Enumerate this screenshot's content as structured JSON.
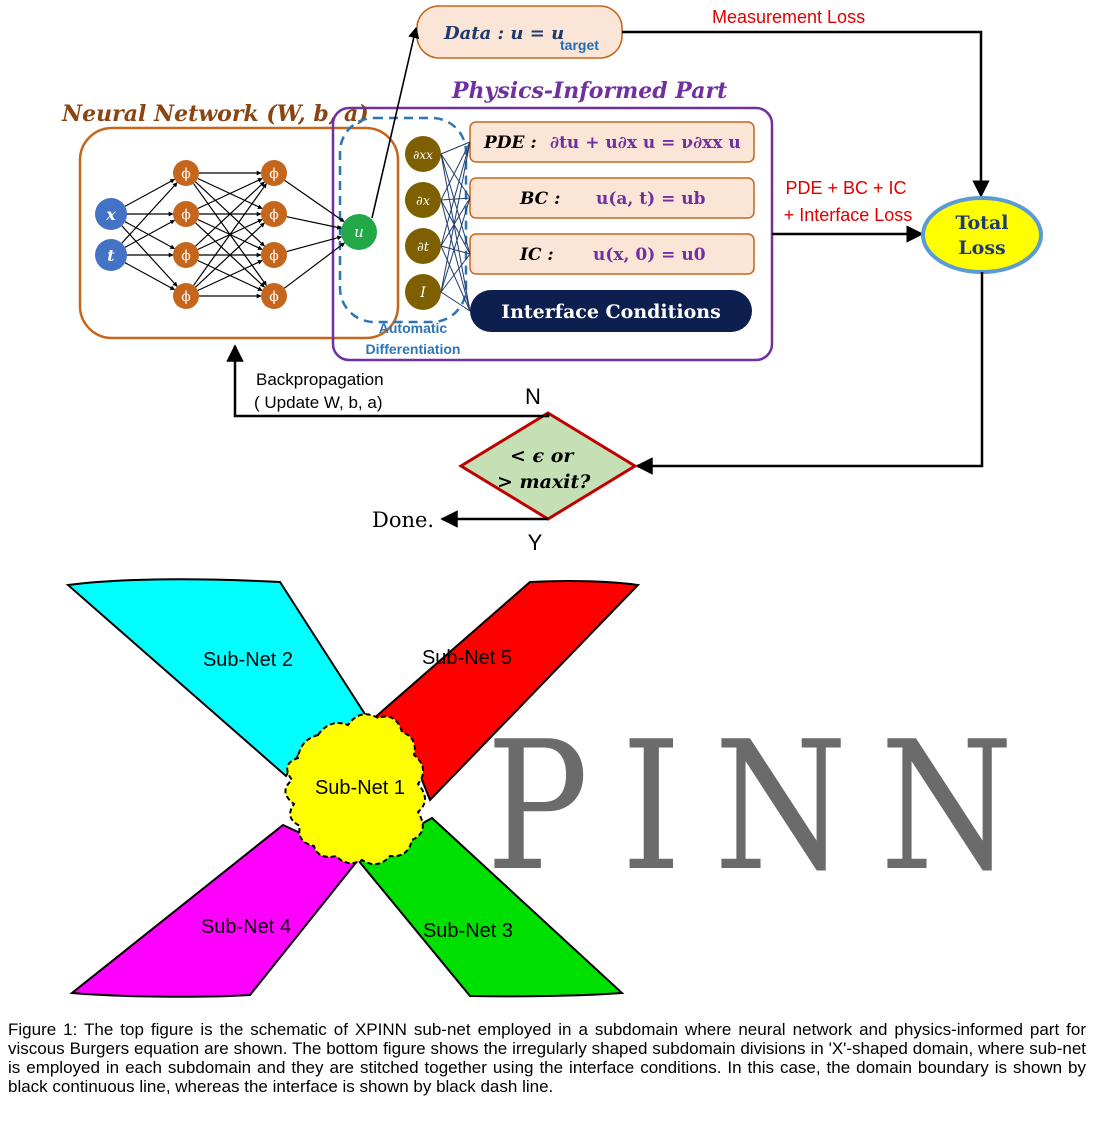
{
  "flowchart": {
    "nn_title": "Neural Network (W, b, a)",
    "pi_title": "Physics-Informed Part",
    "input_x": "x",
    "input_t": "t",
    "phi": "ϕ",
    "output_u": "u",
    "deriv_xx": "∂xx",
    "deriv_x": "∂x",
    "deriv_t": "∂t",
    "identity": "I",
    "autodiff_line1": "Automatic",
    "autodiff_line2": "Differentiation",
    "data_box": "Data : u = u",
    "data_sub": "target",
    "measurement_loss": "Measurement Loss",
    "pde_label": "PDE :",
    "pde_eq": "∂tu + u∂x u = ν∂xx u",
    "bc_label": "BC :",
    "bc_eq": "u(a, t) = ub",
    "ic_label": "IC :",
    "ic_eq": "u(x, 0) = u0",
    "interface_box": "Interface Conditions",
    "sum_line1": "PDE + BC + IC",
    "sum_line2": "+ Interface Loss",
    "total_loss_line1": "Total",
    "total_loss_line2": "Loss",
    "backprop_line1": "Backpropagation",
    "backprop_line2": "( Update W, b, a)",
    "n_label": "N",
    "y_label": "Y",
    "decision_line1": "< ϵ or",
    "decision_line2": "> maxit?",
    "done": "Done."
  },
  "xdomain": {
    "subnet1": "Sub-Net 1",
    "subnet2": "Sub-Net 2",
    "subnet3": "Sub-Net 3",
    "subnet4": "Sub-Net 4",
    "subnet5": "Sub-Net 5",
    "wordmark": "PINN",
    "colors": {
      "subnet1": "#ffff00",
      "subnet2": "#00ffff",
      "subnet3": "#00e000",
      "subnet4": "#ff00ff",
      "subnet5": "#ff0000"
    }
  },
  "caption": "Figure 1: The top figure is the schematic of XPINN sub-net employed in a subdomain where neural network and physics-informed part for viscous Burgers equation are shown. The bottom figure shows the irregularly shaped subdomain divisions in 'X'-shaped domain, where sub-net is employed in each subdomain and they are stitched together using the interface conditions. In this case, the domain boundary is shown by black continuous line, whereas the interface is shown by black dash line."
}
